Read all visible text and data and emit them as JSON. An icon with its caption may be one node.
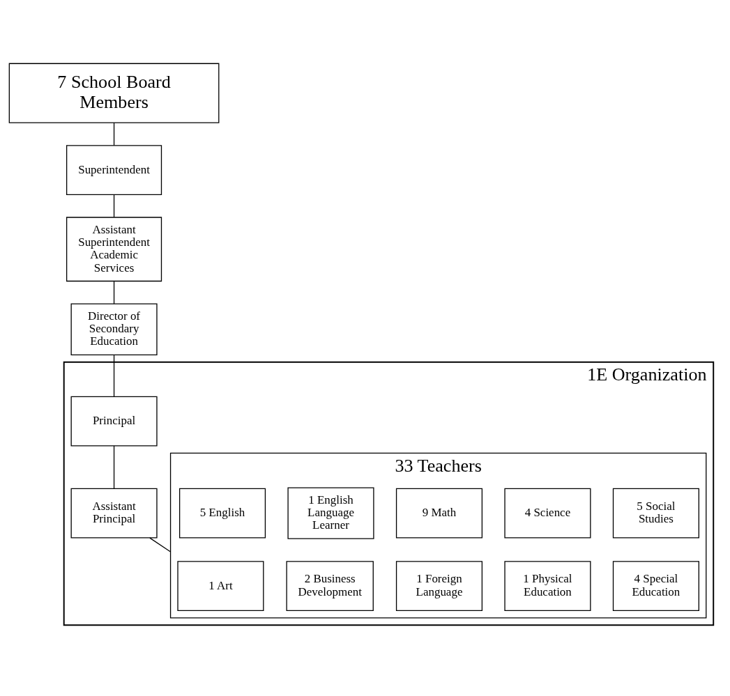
{
  "diagram": {
    "nodes": [
      {
        "text": [
          "7 School Board Members"
        ]
      },
      {
        "text": [
          "Superintendent"
        ]
      },
      {
        "text": [
          "Assistant Superintendent Academic Services"
        ]
      },
      {
        "text": [
          "Director of Secondary Education"
        ]
      },
      {
        "text": [
          "1E Organization"
        ]
      },
      {
        "text": [
          "Principal"
        ],
        "in": 4
      },
      {
        "text": [
          "Assistant Principal"
        ],
        "in": 4
      },
      {
        "text": [
          "33 Teachers"
        ],
        "in": 4
      },
      {
        "text": [
          "5 English"
        ],
        "in": 7
      },
      {
        "text": [
          "1 English Language Learner"
        ],
        "in": 7
      },
      {
        "text": [
          "9 Math"
        ],
        "in": 7
      },
      {
        "text": [
          "4 Science"
        ],
        "in": 7
      },
      {
        "text": [
          "5 Social Studies"
        ],
        "in": 7
      },
      {
        "text": [
          "1 Art"
        ],
        "in": 7
      },
      {
        "text": [
          "2 Business Development"
        ],
        "in": 7
      },
      {
        "text": [
          "1 Foreign Language"
        ],
        "in": 7
      },
      {
        "text": [
          "1 Physical Education"
        ],
        "in": 7
      },
      {
        "text": [
          "4 Special Education"
        ],
        "in": 7
      }
    ],
    "edges": [
      {
        "from": 0,
        "to": 1,
        "arrow": "none"
      },
      {
        "from": 1,
        "to": 2,
        "arrow": "none"
      },
      {
        "from": 2,
        "to": 3,
        "arrow": "none"
      },
      {
        "from": 3,
        "to": 5,
        "arrow": "none"
      },
      {
        "from": 5,
        "to": 6,
        "arrow": "none"
      },
      {
        "from": 6,
        "to": 7,
        "arrow": "none"
      }
    ]
  }
}
